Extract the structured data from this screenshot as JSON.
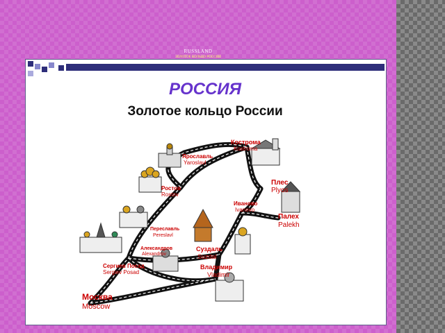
{
  "header": {
    "caption": "RUSSLAND",
    "subcaption": "ЗОЛОТОЕ КОЛЬЦО РОССИИ"
  },
  "slide": {
    "title": "РОССИЯ",
    "subtitle": "Золотое кольцо России"
  },
  "colors": {
    "title": "#6633cc",
    "labels": "#cc0000",
    "background": "#cc5fcc",
    "decor_bar": "#2e2e7a"
  },
  "cities": [
    {
      "ru": "Кострома",
      "en": "Kostroma"
    },
    {
      "ru": "Ярославль",
      "en": "Yaroslavl"
    },
    {
      "ru": "Ростов",
      "en": "Rostov"
    },
    {
      "ru": "Плес",
      "en": "Plyos"
    },
    {
      "ru": "Иваново",
      "en": "Ivanovo"
    },
    {
      "ru": "Палех",
      "en": "Palekh"
    },
    {
      "ru": "Переславль",
      "en": "Pereslavl"
    },
    {
      "ru": "Александров",
      "en": "Alexandrov"
    },
    {
      "ru": "Суздаль",
      "en": "Suzdal"
    },
    {
      "ru": "Сергиев Посад",
      "en": "Sergiev Posad"
    },
    {
      "ru": "Владимир",
      "en": "Vladimir"
    },
    {
      "ru": "Москва",
      "en": "Moscow"
    }
  ]
}
